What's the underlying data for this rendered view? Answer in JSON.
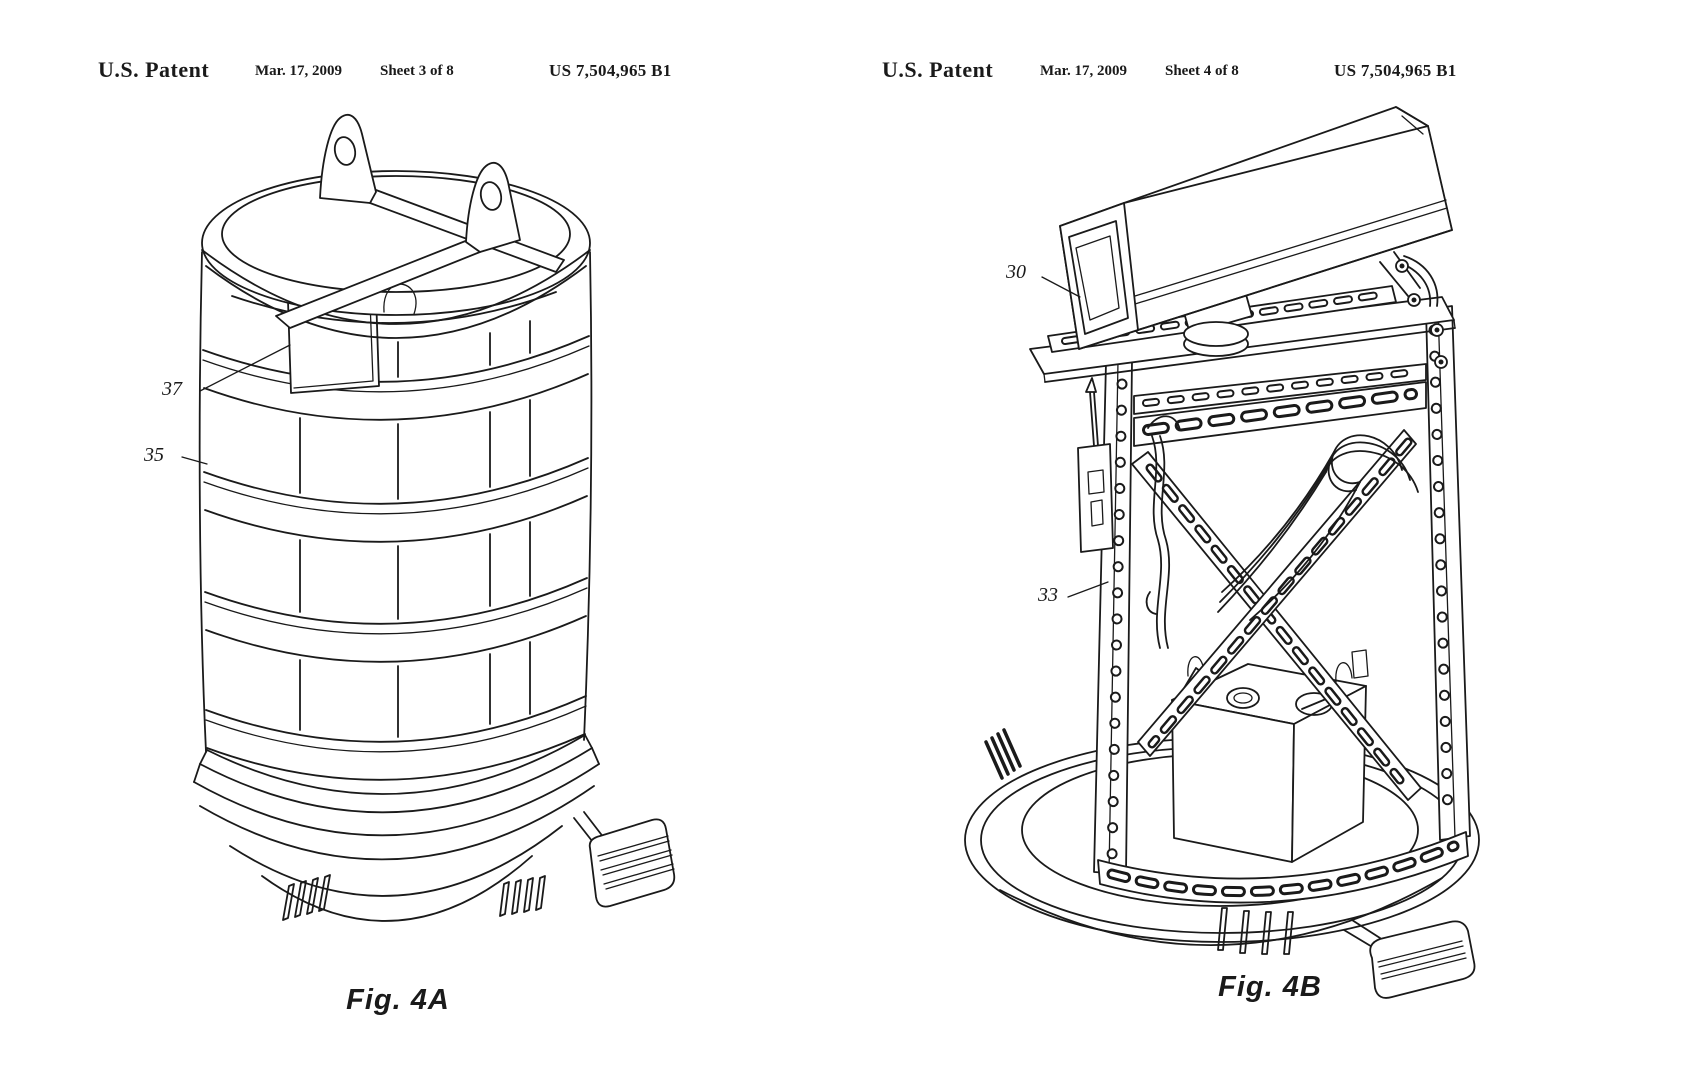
{
  "colors": {
    "ink": "#1a1a1a",
    "background": "#ffffff"
  },
  "pages": [
    {
      "header": {
        "title": "U.S. Patent",
        "date": "Mar. 17, 2009",
        "sheet": "Sheet 3 of 8",
        "patent_number": "US 7,504,965 B1"
      },
      "figure": {
        "caption": "Fig. 4A",
        "labels": [
          {
            "text": "37"
          },
          {
            "text": "35"
          }
        ]
      }
    },
    {
      "header": {
        "title": "U.S. Patent",
        "date": "Mar. 17, 2009",
        "sheet": "Sheet 4 of 8",
        "patent_number": "US 7,504,965 B1"
      },
      "figure": {
        "caption": "Fig. 4B",
        "labels": [
          {
            "text": "30"
          },
          {
            "text": "33"
          }
        ]
      }
    }
  ]
}
